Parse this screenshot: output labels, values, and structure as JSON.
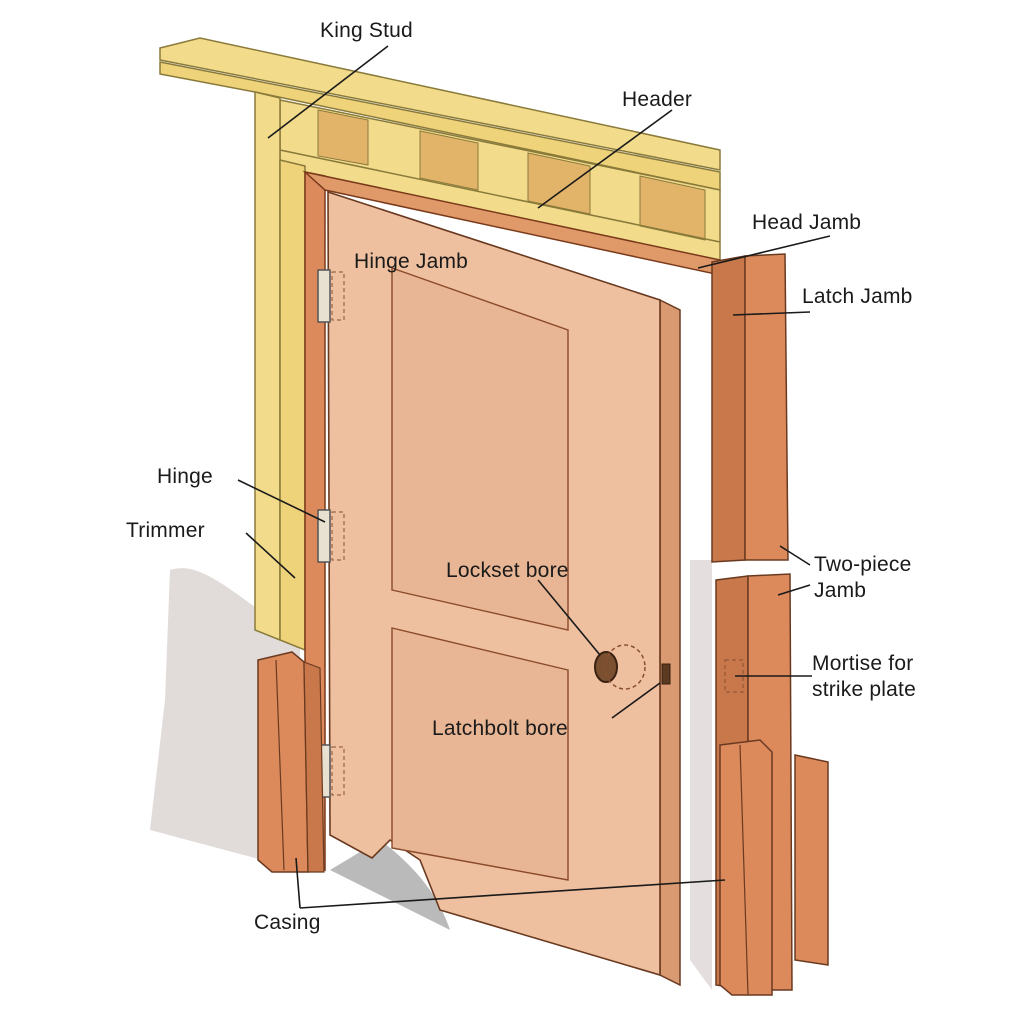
{
  "labels": {
    "king_stud": "King Stud",
    "header": "Header",
    "head_jamb": "Head Jamb",
    "hinge_jamb": "Hinge Jamb",
    "latch_jamb": "Latch Jamb",
    "hinge": "Hinge",
    "trimmer": "Trimmer",
    "lockset_bore": "Lockset bore",
    "two_piece_jamb_line1": "Two-piece",
    "two_piece_jamb_line2": "Jamb",
    "latchbolt_bore": "Latchbolt bore",
    "mortise_line1": "Mortise for",
    "mortise_line2": "strike plate",
    "casing": "Casing"
  },
  "colors": {
    "framing_wood": "#f2dc8c",
    "framing_edge": "#8a7a3a",
    "door_face": "#eec0a0",
    "door_panel": "#e8b694",
    "jamb_wood": "#dc8a5c",
    "wall": "#dcd6d4",
    "line": "#1a1a1a"
  }
}
